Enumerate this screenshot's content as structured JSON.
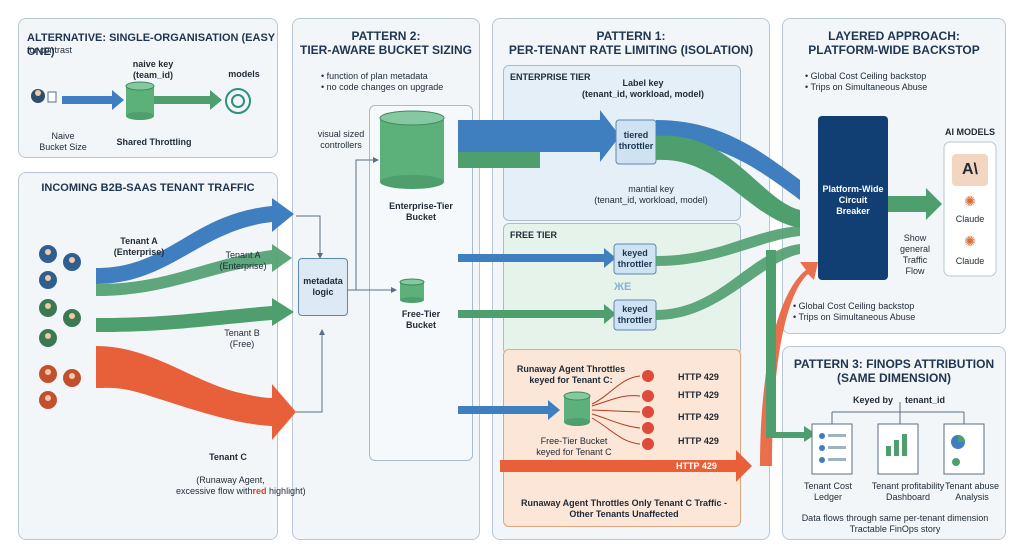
{
  "alt": {
    "title": "ALTERNATIVE: SINGLE-ORGANISATION (EASY ONE)",
    "subtitle": "for contrast",
    "naive_key": "naive key\n(team_id)",
    "models": "models",
    "naive_bucket": "Naive\nBucket Size",
    "shared": "Shared Throttling"
  },
  "incoming": {
    "title": "INCOMING B2B-SAAS TENANT TRAFFIC",
    "tenant_a1": "Tenant A\n(Enterprise)",
    "tenant_a2": "Tenant A\n(Enterprise)",
    "tenant_b": "Tenant B\n(Free)",
    "tenant_c": "Tenant C",
    "tenant_c_desc_1": "(Runaway Agent,\nexcessive flow with",
    "tenant_c_red": "red",
    "tenant_c_desc_2": " highlight)"
  },
  "p2": {
    "title": "PATTERN 2:\nTIER-AWARE BUCKET SIZING",
    "bullet1": "• function of plan metadata",
    "bullet2": "• no code changes on upgrade",
    "visual": "visual sized\ncontrollers",
    "ent_bucket": "Enterprise-Tier\nBucket",
    "free_bucket": "Free-Tier\nBucket",
    "metadata": "metadata\nlogic"
  },
  "p1": {
    "title": "PATTERN 1:\nPER-TENANT RATE LIMITING (ISOLATION)",
    "ent_tier": "ENTERPRISE TIER",
    "label_key": "Label key\n(tenant_id, workload, model)",
    "tiered": "tiered\nthrottler",
    "mantial_key": "mantial key\n(tenant_id, workload, model)",
    "free_tier": "FREE TIER",
    "keyed1": "keyed\nthrottler",
    "keyed2": "keyed\nthrottler",
    "glyph": "ЖE",
    "runaway_title": "Runaway Agent Throttles\nkeyed for Tenant C:",
    "http": [
      "HTTP 429",
      "HTTP 429",
      "HTTP 429",
      "HTTP 429"
    ],
    "free_bucket_c": "Free-Tier Bucket\nkeyed for Tenant C",
    "http_big": "HTTP 429",
    "runaway_bottom": "Runaway Agent Throttles Only Tenant C Traffic -\nOther Tenants Unaffected"
  },
  "layered": {
    "title": "LAYERED APPROACH:\nPLATFORM-WIDE BACKSTOP",
    "b1": "• Global Cost Ceiling backstop",
    "b2": "• Trips on Simultaneous Abuse",
    "breaker": "Platform-Wide\nCircuit\nBreaker",
    "ai_models": "AI MODELS",
    "claude1": "Claude",
    "claude2": "Claude",
    "anthropic": "A\\",
    "show": "Show\ngeneral\nTraffic\nFlow",
    "b3": "• Global Cost Ceiling backstop",
    "b4": "• Trips on Simultaneous Abuse"
  },
  "p3": {
    "title": "PATTERN 3: FINOPS ATTRIBUTION\n(SAME DIMENSION)",
    "keyed_by": "Keyed by",
    "tenant_id": "tenant_id",
    "doc1": "Tenant Cost\nLedger",
    "doc2": "Tenant profitability\nDashboard",
    "doc3": "Tenant abuse\nAnalysis",
    "foot": "Data flows through same per-tenant dimension\nTractable FinOps story"
  },
  "colors": {
    "blue": "#3f7fbf",
    "green": "#4e9e6e",
    "orange": "#e8603a",
    "navy": "#123f73",
    "panel": "#f3f6f9"
  }
}
